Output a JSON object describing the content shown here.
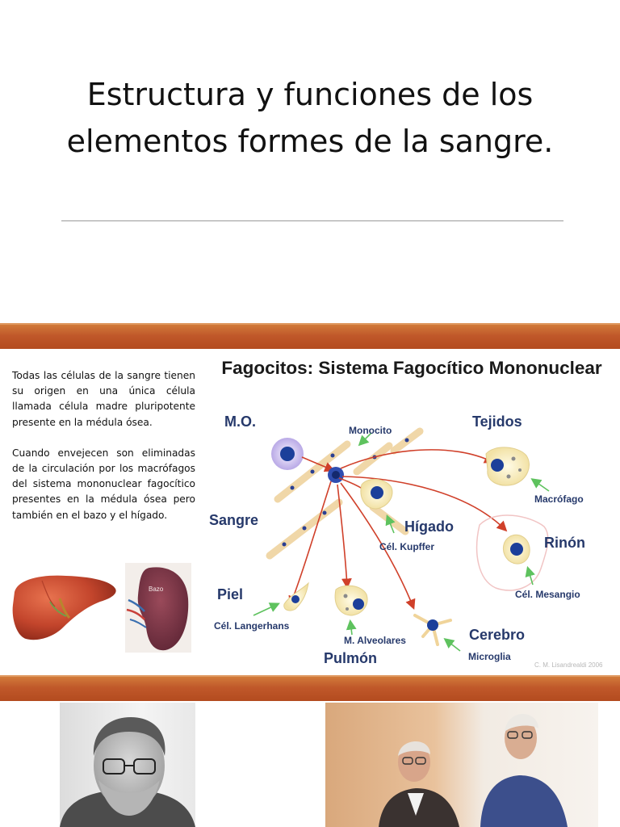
{
  "slide": {
    "title": "Estructura y funciones de los elementos formes de la sangre."
  },
  "text": {
    "paragraph_1": "Todas las células de la sangre tienen su origen en una única célula llamada célula madre pluripotente presente en la médula ósea.",
    "paragraph_2": "Cuando envejecen son eliminadas de la circulación por los macrófagos del sistema mononuclear fagocítico presentes en la médula ósea pero también en el bazo y el hígado."
  },
  "spleen_image": {
    "label": "Bazo"
  },
  "diagram": {
    "title": "Fagocitos: Sistema Fagocítico Mononuclear",
    "labels": {
      "mo": "M.O.",
      "monocito": "Monocito",
      "tejidos": "Tejidos",
      "macrofago": "Macrófago",
      "sangre": "Sangre",
      "higado": "Hígado",
      "kupffer": "Cél. Kupffer",
      "rinon": "Rinón",
      "mesangio": "Cél. Mesangio",
      "piel": "Piel",
      "langerhans": "Cél. Langerhans",
      "alveolares": "M. Alveolares",
      "cerebro": "Cerebro",
      "microglia": "Microglia",
      "pulmon": "Pulmón"
    },
    "credit": "C. M. Lisandrealdi 2006"
  },
  "colors": {
    "band": "#c0582a",
    "label_blue": "#26396b",
    "arrow_red": "#d0402a",
    "pointer_green": "#5ec25e",
    "cell_nucleus": "#1c3f9a"
  }
}
